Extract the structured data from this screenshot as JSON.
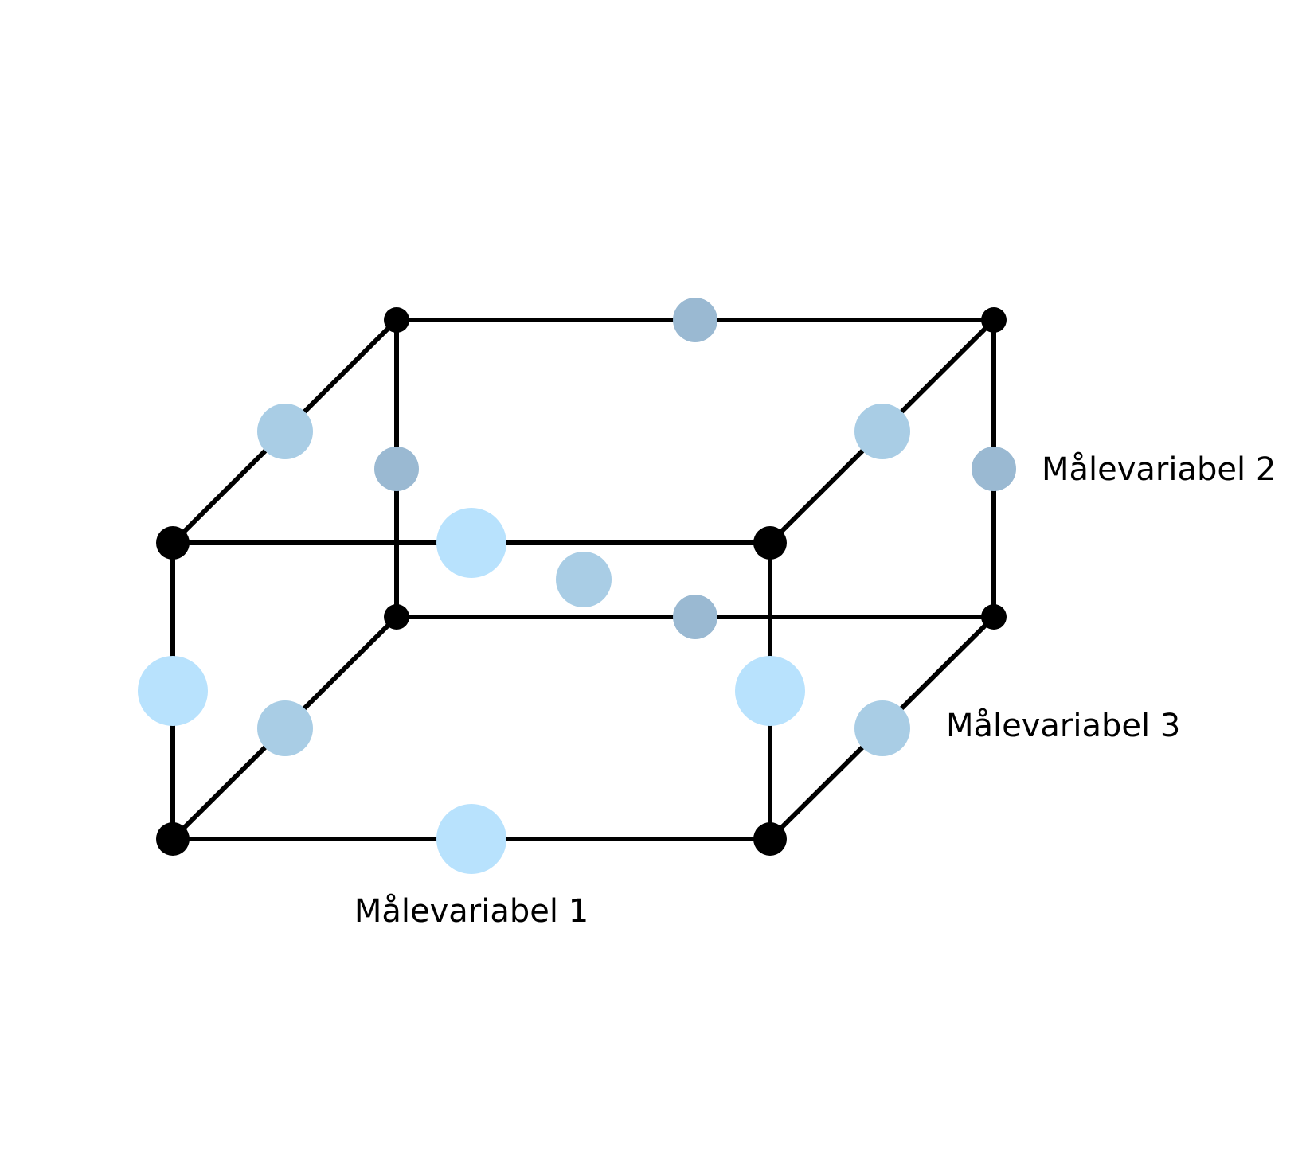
{
  "labels": {
    "variable_1": "Målevariabel 1",
    "variable_2": "Målevariabel 2",
    "variable_3": "Målevariabel 3"
  },
  "colors": {
    "edge": "#000000",
    "corner_point": "#000000",
    "front_midpoint": "#b8e2fd",
    "depth_midpoint": "#a9cde5",
    "back_midpoint": "#9ab9d2"
  }
}
